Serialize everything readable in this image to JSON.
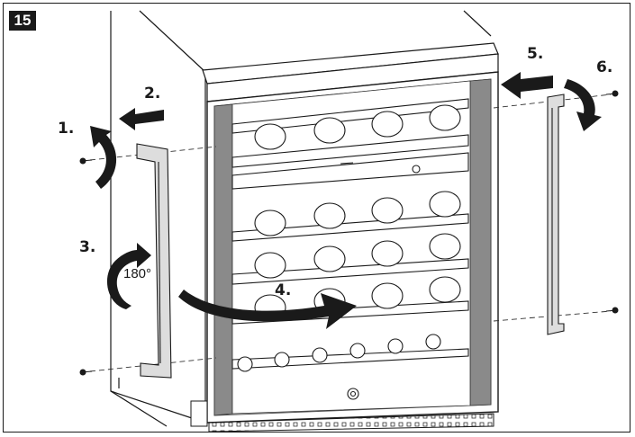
{
  "figure": {
    "step_number": "15",
    "steps": [
      {
        "label": "1."
      },
      {
        "label": "2."
      },
      {
        "label": "3."
      },
      {
        "label": "4."
      },
      {
        "label": "5."
      },
      {
        "label": "6."
      }
    ],
    "rotation_label": "180°"
  },
  "colors": {
    "line": "#1a1a1a",
    "glass_tint": "#f2f2f2",
    "frame_gray": "#8a8a8a",
    "arrow_fill": "#1a1a1a"
  },
  "icons": [
    "screw-icon",
    "handle-icon",
    "rotate-arrow-icon",
    "straight-arrow-icon"
  ]
}
